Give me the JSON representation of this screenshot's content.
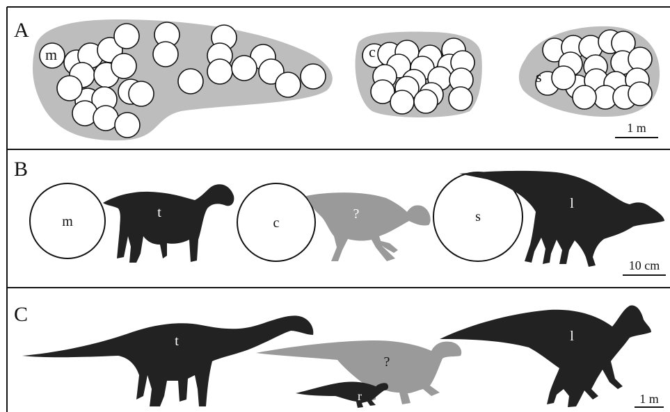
{
  "panels": {
    "a": {
      "letter": "A",
      "scale": "1 m",
      "nests": [
        {
          "label": "m"
        },
        {
          "label": "c"
        },
        {
          "label": "s"
        }
      ]
    },
    "b": {
      "letter": "B",
      "scale": "10 cm",
      "eggs": [
        "m",
        "c",
        "s"
      ],
      "animals": [
        "t",
        "?",
        "l"
      ]
    },
    "c": {
      "letter": "C",
      "scale": "1 m",
      "animals": [
        "t",
        "?",
        "r",
        "l"
      ]
    }
  },
  "colors": {
    "black_silhouette": "#222222",
    "grey_silhouette": "#9a9a9a",
    "nest_fill": "#bdbdbd",
    "egg_fill": "#ffffff"
  }
}
